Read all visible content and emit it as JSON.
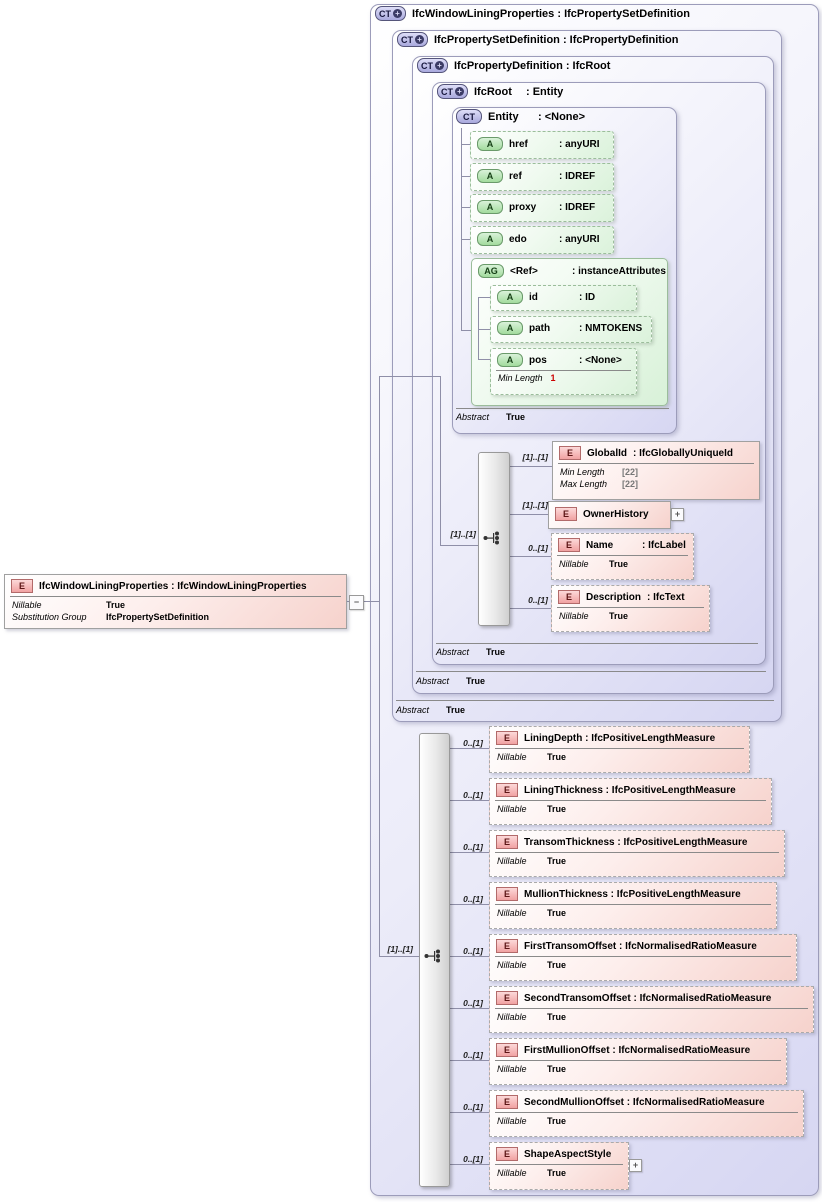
{
  "colors": {
    "container_fill": "#d6d6f2",
    "container_border": "#9c9cba",
    "element_fill": "#f6d2cc",
    "element_badge": "#f1a2a2",
    "attribute_fill": "#dbf2db",
    "attribute_badge": "#a3db9e",
    "ct_badge": "#a9a9dd",
    "facet_red": "#cc0000"
  },
  "badges": {
    "ct": "CT",
    "e": "E",
    "a": "A",
    "ag": "AG",
    "plus": "+",
    "minus": "−"
  },
  "left_element": {
    "title": "IfcWindowLiningProperties : IfcWindowLiningProperties",
    "facets": [
      {
        "label": "Nillable",
        "value": "True"
      },
      {
        "label": "Substitution Group",
        "value": "IfcPropertySetDefinition"
      }
    ]
  },
  "containers": [
    {
      "title": "IfcWindowLiningProperties : IfcPropertySetDefinition",
      "abstract": {
        "label": "Abstract",
        "value": "True"
      }
    },
    {
      "title": "IfcPropertySetDefinition : IfcPropertyDefinition",
      "abstract": {
        "label": "Abstract",
        "value": "True"
      }
    },
    {
      "title": "IfcPropertyDefinition : IfcRoot",
      "abstract": {
        "label": "Abstract",
        "value": "True"
      }
    },
    {
      "name": "IfcRoot",
      "type": ": Entity",
      "abstract": {
        "label": "Abstract",
        "value": "True"
      }
    }
  ],
  "entity": {
    "name": "Entity",
    "type": ": <None>",
    "abstract": {
      "label": "Abstract",
      "value": "True"
    },
    "attributes": [
      {
        "name": "href",
        "type": ": anyURI"
      },
      {
        "name": "ref",
        "type": ": IDREF"
      },
      {
        "name": "proxy",
        "type": ": IDREF"
      },
      {
        "name": "edo",
        "type": ": anyURI"
      }
    ],
    "ref_group": {
      "name": "<Ref>",
      "type": ": instanceAttributes",
      "attributes": [
        {
          "name": "id",
          "type": ": ID"
        },
        {
          "name": "path",
          "type": ": NMTOKENS"
        },
        {
          "name": "pos",
          "type": ": <None>",
          "facet": {
            "label": "Min Length",
            "value": "1"
          }
        }
      ]
    }
  },
  "root_sequence": {
    "cardinality": "[1]..[1]",
    "items": [
      {
        "cardinality": "[1]..[1]",
        "name": "GlobalId",
        "type": ": IfcGloballyUniqueId",
        "facets": [
          {
            "label": "Min Length",
            "value": "[22]"
          },
          {
            "label": "Max Length",
            "value": "[22]"
          }
        ]
      },
      {
        "cardinality": "[1]..[1]",
        "name": "OwnerHistory",
        "type": ""
      },
      {
        "cardinality": "0..[1]",
        "name": "Name",
        "type": ": IfcLabel",
        "facets": [
          {
            "label": "Nillable",
            "value": "True"
          }
        ]
      },
      {
        "cardinality": "0..[1]",
        "name": "Description",
        "type": ": IfcText",
        "facets": [
          {
            "label": "Nillable",
            "value": "True"
          }
        ]
      }
    ]
  },
  "main_sequence": {
    "cardinality": "[1]..[1]",
    "items": [
      {
        "cardinality": "0..[1]",
        "title": "LiningDepth : IfcPositiveLengthMeasure",
        "facet": {
          "label": "Nillable",
          "value": "True"
        }
      },
      {
        "cardinality": "0..[1]",
        "title": "LiningThickness : IfcPositiveLengthMeasure",
        "facet": {
          "label": "Nillable",
          "value": "True"
        }
      },
      {
        "cardinality": "0..[1]",
        "title": "TransomThickness : IfcPositiveLengthMeasure",
        "facet": {
          "label": "Nillable",
          "value": "True"
        }
      },
      {
        "cardinality": "0..[1]",
        "title": "MullionThickness : IfcPositiveLengthMeasure",
        "facet": {
          "label": "Nillable",
          "value": "True"
        }
      },
      {
        "cardinality": "0..[1]",
        "title": "FirstTransomOffset : IfcNormalisedRatioMeasure",
        "facet": {
          "label": "Nillable",
          "value": "True"
        }
      },
      {
        "cardinality": "0..[1]",
        "title": "SecondTransomOffset : IfcNormalisedRatioMeasure",
        "facet": {
          "label": "Nillable",
          "value": "True"
        }
      },
      {
        "cardinality": "0..[1]",
        "title": "FirstMullionOffset : IfcNormalisedRatioMeasure",
        "facet": {
          "label": "Nillable",
          "value": "True"
        }
      },
      {
        "cardinality": "0..[1]",
        "title": "SecondMullionOffset : IfcNormalisedRatioMeasure",
        "facet": {
          "label": "Nillable",
          "value": "True"
        }
      },
      {
        "cardinality": "0..[1]",
        "title": "ShapeAspectStyle",
        "facet": {
          "label": "Nillable",
          "value": "True"
        }
      }
    ]
  }
}
